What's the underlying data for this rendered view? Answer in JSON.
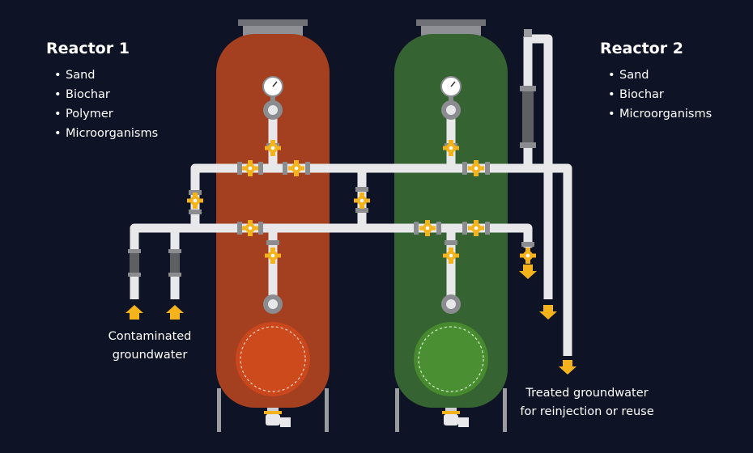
{
  "reactor1": {
    "title": "Reactor 1",
    "media": [
      "Sand",
      "Biochar",
      "Polymer",
      "Microorganisms"
    ]
  },
  "reactor2": {
    "title": "Reactor 2",
    "media": [
      "Sand",
      "Biochar",
      "Microorganisms"
    ]
  },
  "inlet": {
    "line1": "Contaminated",
    "line2": "groundwater"
  },
  "outlet": {
    "line1": "Treated groundwater",
    "line2": "for reinjection or reuse"
  },
  "colors": {
    "background": "#0e1326",
    "reactor1_body": "#a43f1f",
    "reactor1_window": "#c9471c",
    "reactor2_body": "#356331",
    "reactor2_window": "#47892f",
    "pipe": "#e8e8ea",
    "valve": "#f5b31b",
    "arrow": "#f5b31b",
    "metal": "#7a7c80"
  },
  "icons": [
    "pressure-gauge-icon",
    "valve-icon",
    "flow-arrow-icon",
    "drain-valve-icon"
  ]
}
